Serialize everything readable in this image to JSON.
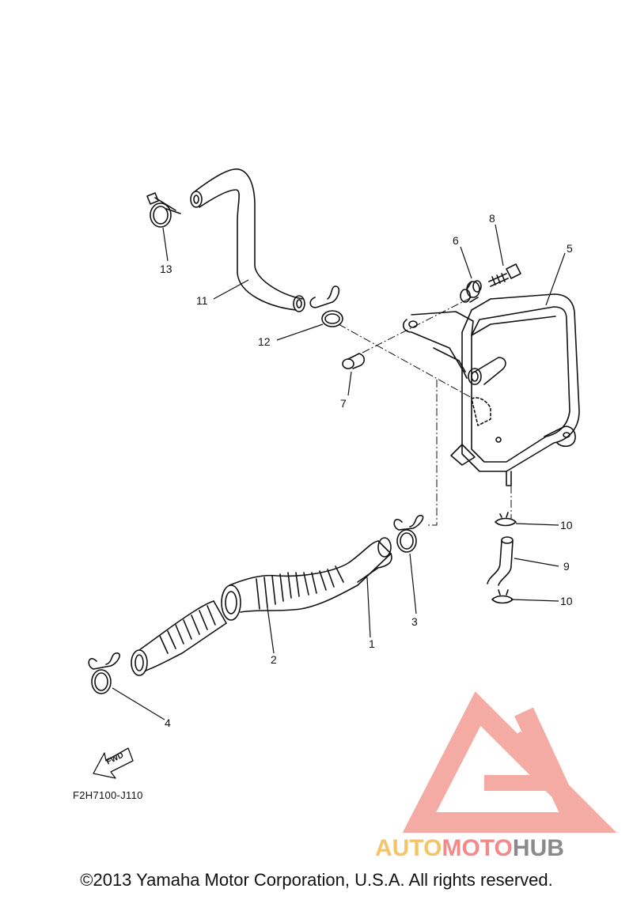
{
  "diagram": {
    "callouts": [
      "1",
      "2",
      "3",
      "4",
      "5",
      "6",
      "7",
      "8",
      "9",
      "10",
      "10",
      "11",
      "12",
      "13"
    ],
    "fwd_label": "FWD",
    "diagram_code": "F2H7100-J110"
  },
  "footer": {
    "copyright": "©2013 Yamaha Motor Corporation, U.S.A. All rights reserved."
  },
  "watermark": {
    "part1": "AUTO",
    "part2": "MOTO",
    "part3": "HUB",
    "colors": {
      "auto": "#f5c36a",
      "moto": "#f28a8a",
      "hub": "#8a8a8a",
      "triangle": "#f3a29a"
    }
  }
}
